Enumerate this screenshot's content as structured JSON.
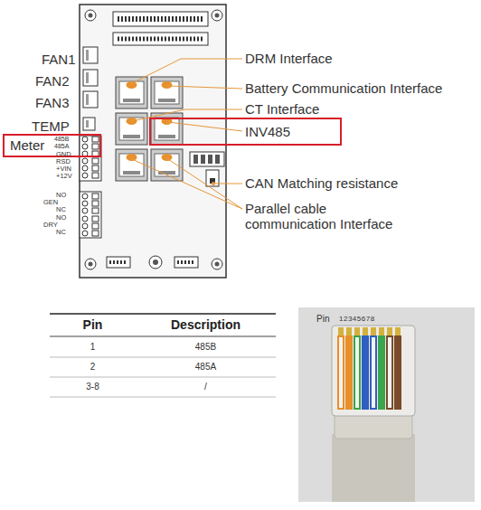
{
  "diagram": {
    "nodes": [
      {
        "text": [
          "Meter"
        ]
      },
      {
        "text": [
          "INV485"
        ]
      }
    ],
    "labels": [
      "FAN1",
      "FAN2",
      "FAN3",
      "TEMP",
      "485B",
      "485A",
      "GND",
      "RSD",
      "+VIN",
      "+12V",
      "NO",
      "GEN",
      "NC",
      "NO",
      "DRY",
      "NC",
      "DRM Interface",
      "Battery Communication Interface",
      "CT Interface",
      "CAN Matching resistance",
      "Parallel cable communication Interface",
      "Pin",
      "Description",
      "1",
      "485B",
      "2",
      "485A",
      "3-8",
      "/",
      "Pin",
      "12345678"
    ]
  }
}
